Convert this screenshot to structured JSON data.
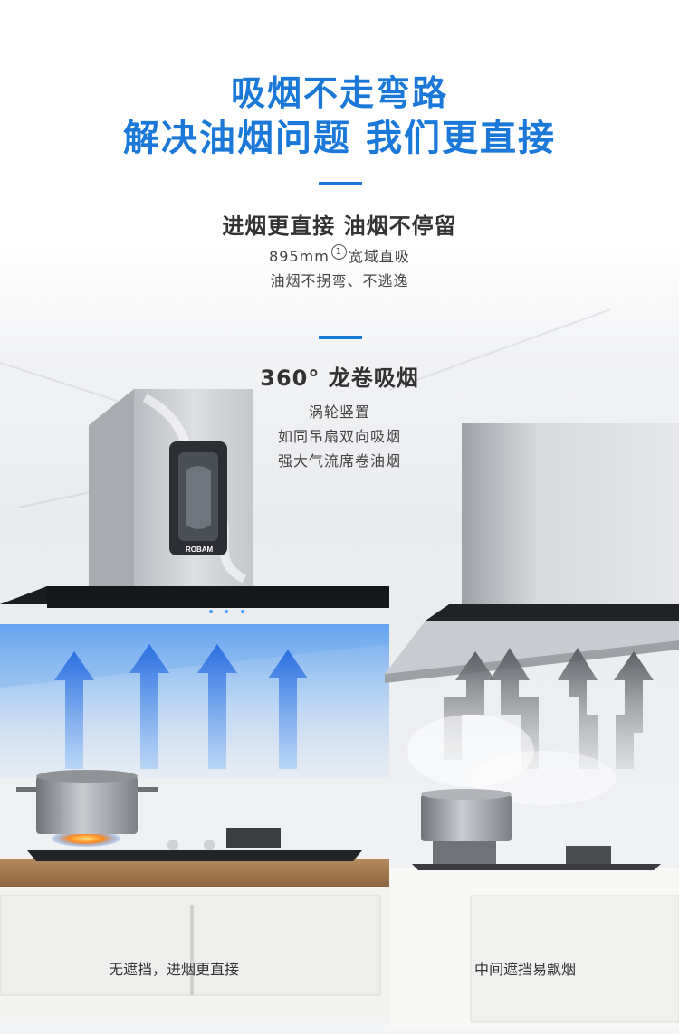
{
  "headline": {
    "line1": "吸烟不走弯路",
    "line2": "解决油烟问题 我们更直接",
    "color": "#1a79d8"
  },
  "feature1": {
    "title": "进烟更直接 油烟不停留",
    "line1_pre": "895mm",
    "line1_note": "1",
    "line1_post": "宽域直吸",
    "line2": "油烟不拐弯、不逃逸"
  },
  "feature2": {
    "title": "360° 龙卷吸烟",
    "lines": [
      "涡轮竖置",
      "如同吊扇双向吸烟",
      "强大气流席卷油烟"
    ]
  },
  "left_product": {
    "logo": "ROBAM",
    "caption": "无遮挡，进烟更直接"
  },
  "right_product": {
    "caption": "中间遮挡易飘烟"
  },
  "icons": {
    "left_arrows": "up-arrow-icon",
    "right_arrows": "zigzag-arrow-icon"
  }
}
